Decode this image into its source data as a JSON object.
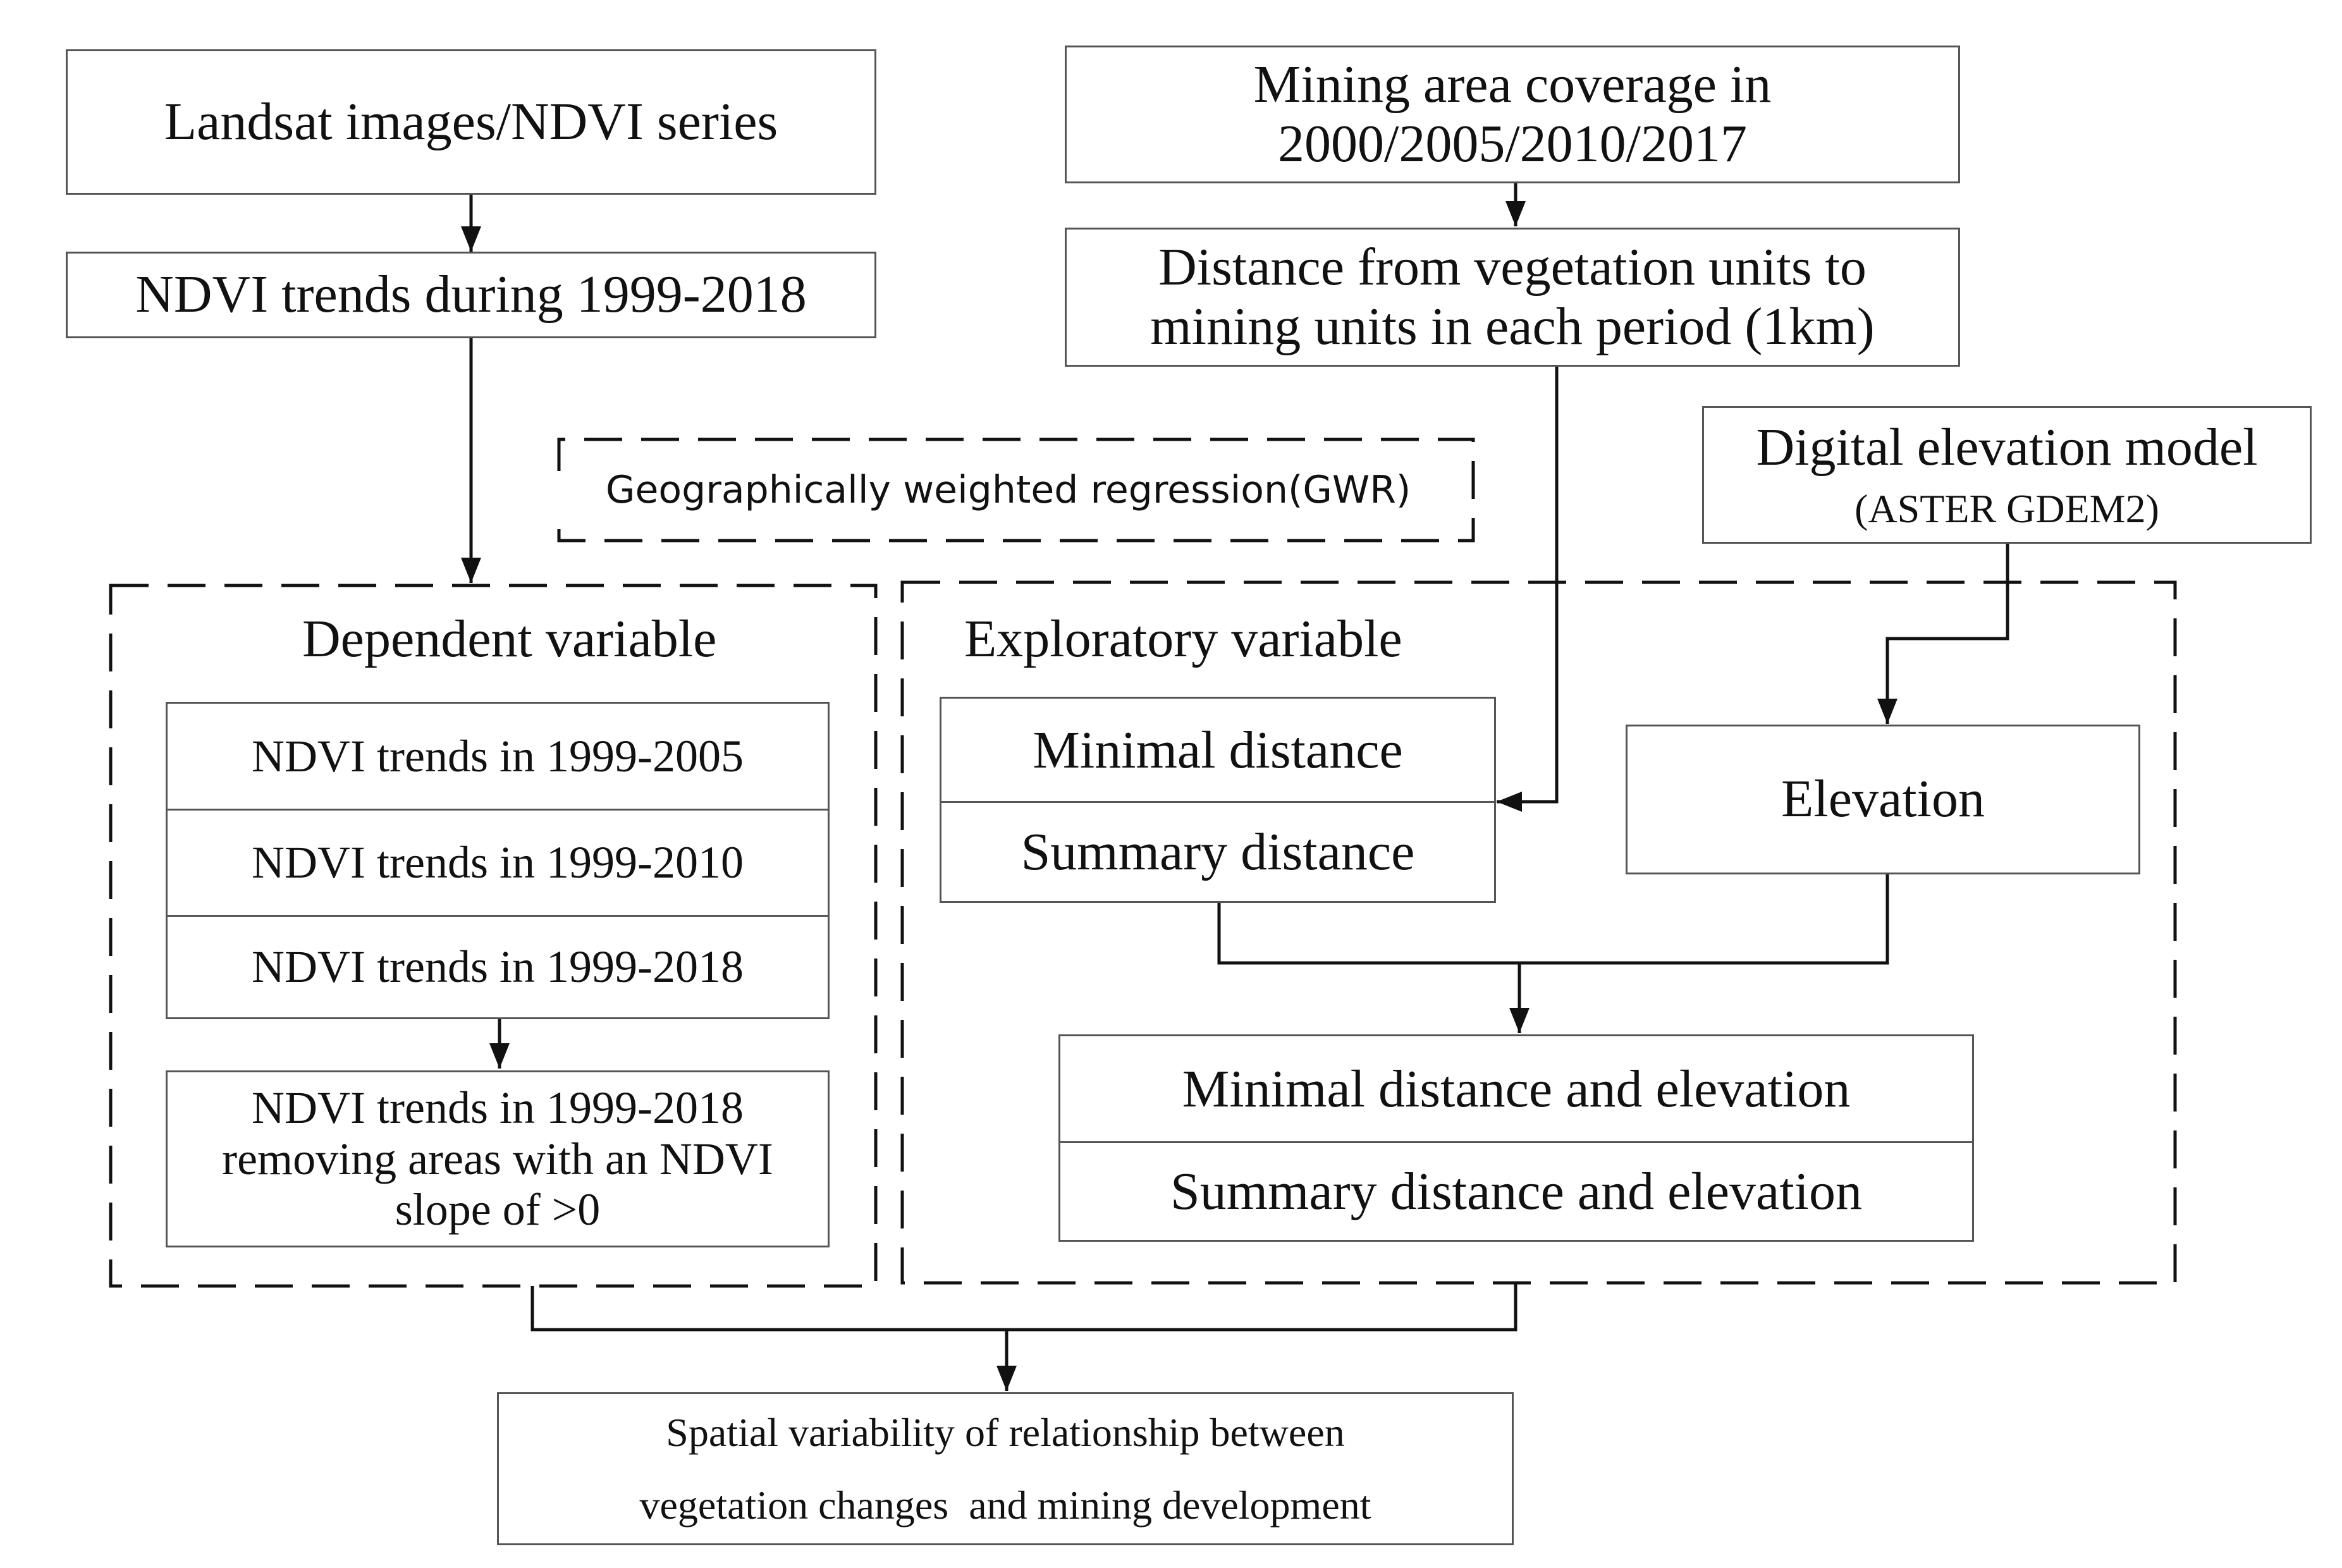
{
  "nodes": {
    "landsat": "Landsat images/NDVI series",
    "ndvi_trends": "NDVI trends during 1999-2018",
    "mining_coverage_line1": "Mining area coverage in",
    "mining_coverage_line2": "2000/2005/2010/2017",
    "distance_line1": "Distance from vegetation units to",
    "distance_line2": "mining units in each period (1km)",
    "dem_title": "Digital elevation model",
    "dem_subtitle": "(ASTER GDEM2)",
    "gwr": "Geographically weighted regression(GWR)",
    "dependent_title": "Dependent variable",
    "dep_1": "NDVI trends in 1999-2005",
    "dep_2": "NDVI trends in 1999-2010",
    "dep_3": "NDVI trends in 1999-2018",
    "dep_4_line1": "NDVI trends in 1999-2018",
    "dep_4_line2": "removing areas with an NDVI",
    "dep_4_line3": "slope of >0",
    "exploratory_title": "Exploratory variable",
    "minimal_distance": "Minimal distance",
    "summary_distance": "Summary distance",
    "elevation": "Elevation",
    "combo_1": "Minimal distance and elevation",
    "combo_2": "Summary distance and elevation",
    "output_line1": "Spatial variability of relationship between",
    "output_line2": "vegetation changes  and mining development"
  },
  "colors": {
    "box_border": "#555555",
    "line": "#111111",
    "text": "#111111"
  }
}
